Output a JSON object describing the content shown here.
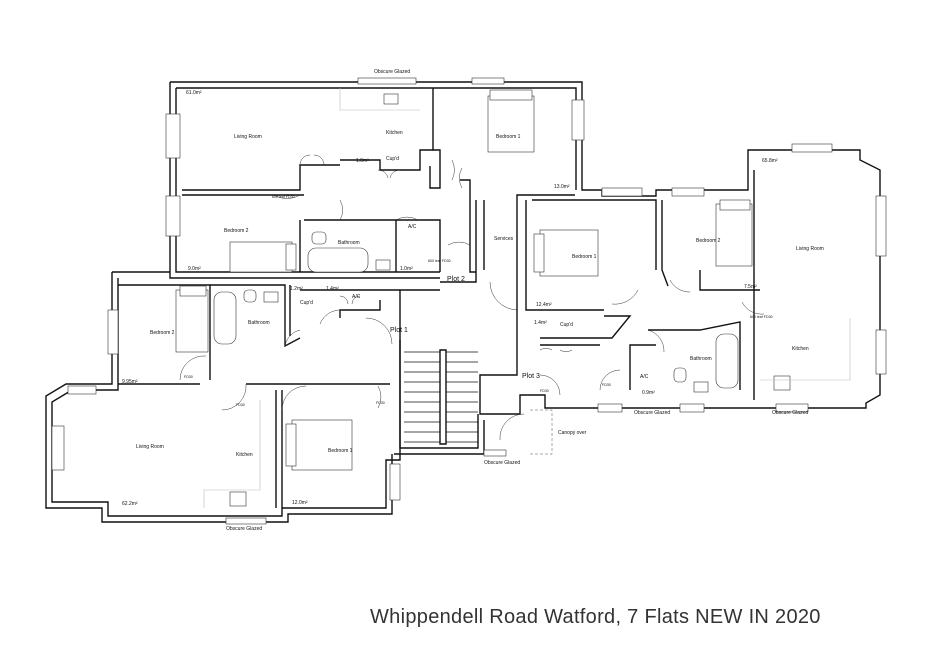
{
  "caption": "Whippendell Road Watford, 7 Flats NEW IN 2020",
  "plot_labels": {
    "plot1": "Plot 1",
    "plot2": "Plot 2",
    "plot3": "Plot 3"
  },
  "notes": {
    "obscure_glazed": "Obscure Glazed",
    "canopy_over": "Canopy over",
    "fd30": "FD30",
    "fd30_hatch": "600 leaf FD30"
  },
  "rooms": {
    "plot2_living_area": "61.0m²",
    "plot2_living": "Living Room",
    "plot2_kitchen": "Kitchen",
    "plot2_bed1": "Bedroom 1",
    "plot2_bed1_area": "13.0m²",
    "plot2_cupd": "Cup'd",
    "plot2_cupd_area": "1.0m²",
    "plot2_bed2": "Bedroom 2",
    "plot2_bed2_area": "9.0m²",
    "plot2_bath": "Bathroom",
    "plot2_ac": "A/C",
    "plot2_ac_area": "1.0m²",
    "services": "Services",
    "plot3_bed1": "Bedroom 1",
    "plot3_bed1_area": "12.4m²",
    "plot3_bed2": "Bedroom 2",
    "plot3_bed2_area": "7.5m²",
    "plot3_living_area": "65.8m²",
    "plot3_living": "Living Room",
    "plot3_kitchen": "Kitchen",
    "plot3_cupd": "Cup'd",
    "plot3_cupd_area": "1.4m²",
    "plot3_bath": "Bathroom",
    "plot3_ac": "A/C",
    "plot3_ac_area": "0.9m²",
    "plot1_bed2": "Bedroom 2",
    "plot1_bed2_area": "9.95m²",
    "plot1_bath": "Bathroom",
    "plot1_cupd": "Cup'd",
    "plot1_cupd_area": "1.2m²",
    "plot1_ac": "A/C",
    "plot1_ac_area": "1.4m²",
    "plot1_living": "Living Room",
    "plot1_kitchen": "Kitchen",
    "plot1_living_area": "62.2m²",
    "plot1_bed1": "Bedroom 1",
    "plot1_bed1_area": "12.0m²"
  }
}
